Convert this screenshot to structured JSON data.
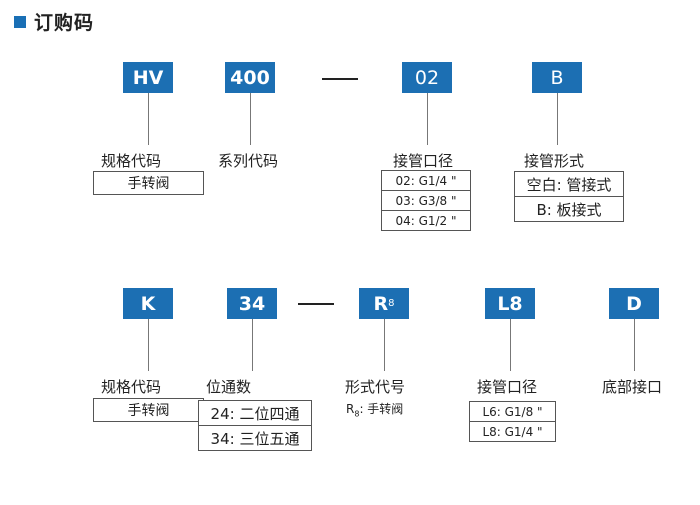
{
  "title": "订购码",
  "row1": {
    "codes": [
      "HV",
      "400",
      "02",
      "B"
    ],
    "labels": [
      "规格代码",
      "系列代码",
      "接管口径",
      "接管形式"
    ],
    "spec_box": "手转阀",
    "port_options": [
      "02:  G1/4 \"",
      "03:  G3/8 \"",
      "04:  G1/2 \""
    ],
    "connection_options": [
      "空白: 管接式",
      "B:  板接式"
    ]
  },
  "row2": {
    "codes": [
      "K",
      "34",
      "R",
      "L8",
      "D"
    ],
    "r_subscript": "8",
    "labels": [
      "规格代码",
      "位通数",
      "形式代号",
      "接管口径",
      "底部接口"
    ],
    "spec_box": "手转阀",
    "position_options": [
      "24:  二位四通",
      "34:  三位五通"
    ],
    "form_note_prefix": "R",
    "form_note_sub": "8",
    "form_note_text": ": 手转阀",
    "port_options": [
      "L6:  G1/8 \"",
      "L8:  G1/4 \""
    ]
  },
  "colors": {
    "accent": "#1c6fb3"
  }
}
